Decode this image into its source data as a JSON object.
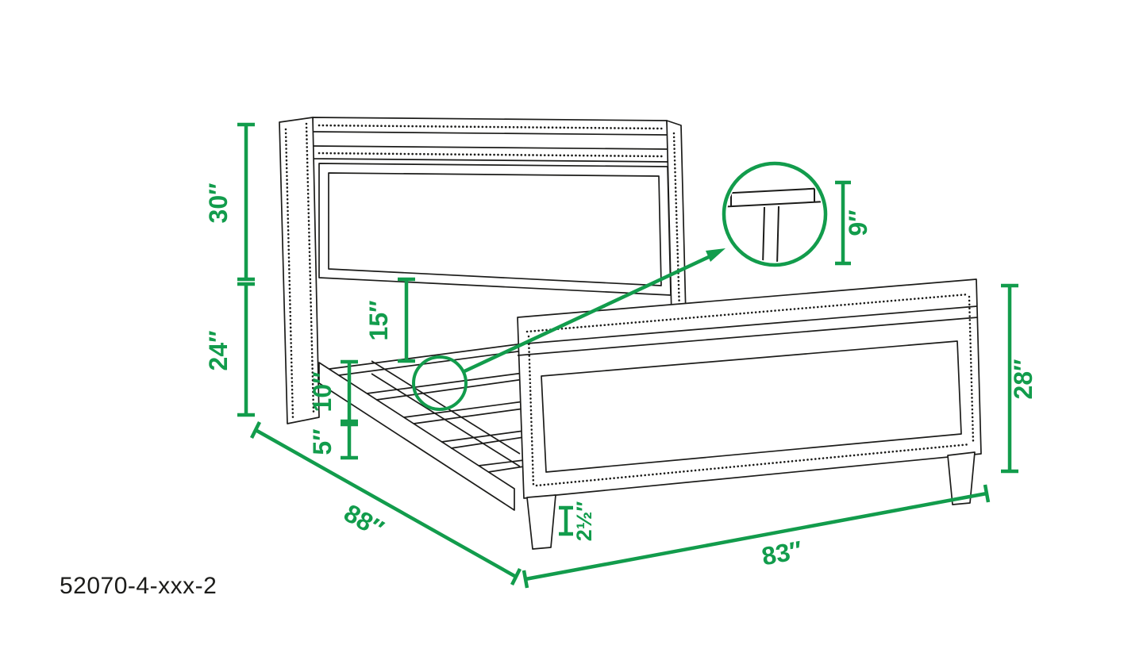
{
  "part_number": "52070-4-xxx-2",
  "dims": {
    "d30": "30″",
    "d24": "24″",
    "d15": "15″",
    "d10": "10″",
    "d5": "5″",
    "d9": "9″",
    "d28": "28″",
    "d2_5": "2½″",
    "d88": "88″",
    "d83": "83″"
  },
  "colors": {
    "dimension_green": "#129c4c",
    "line_black": "#1c1c1a"
  }
}
